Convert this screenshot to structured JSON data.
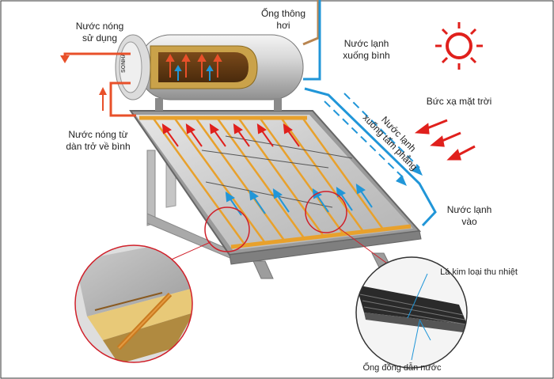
{
  "brand": "SONHA",
  "labels": {
    "hot_water_use": [
      "Nước nóng",
      "sử dụng"
    ],
    "vent_pipe": [
      "Ống thông",
      "hơi"
    ],
    "cold_down_tank": [
      "Nước lạnh",
      "xuống bình"
    ],
    "hot_return": [
      "Nước nóng từ",
      "dàn trở về bình"
    ],
    "cold_down_panel": [
      "Nước lạnh",
      "xuống tấm phẳng"
    ],
    "solar_radiation": "Bức xạ mặt trời",
    "cold_in": [
      "Nước lạnh",
      "vào"
    ],
    "absorber_fin": "Lá kim loại thu nhiệt",
    "copper_pipe": "Ống đồng dẫn nước"
  },
  "colors": {
    "hot": "#e8502a",
    "cold": "#2196d8",
    "vent": "#b98550",
    "sun": "#e0201c"
  },
  "icons": [
    "sun-icon"
  ]
}
